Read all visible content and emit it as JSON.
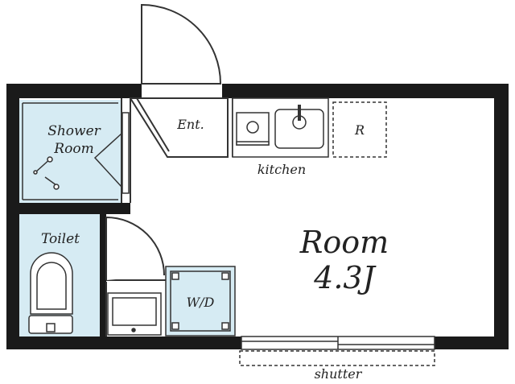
{
  "labels": {
    "shower_line1": "Shower",
    "shower_line2": "Room",
    "entrance": "Ent.",
    "kitchen": "kitchen",
    "fridge": "R",
    "toilet": "Toilet",
    "washer": "W/D",
    "room_name": "Room",
    "room_size": "4.3J",
    "shutter": "shutter"
  },
  "colors": {
    "wall": "#1a1a1a",
    "wet_area": "#d6ebf3",
    "line": "#333333",
    "background": "#ffffff"
  }
}
